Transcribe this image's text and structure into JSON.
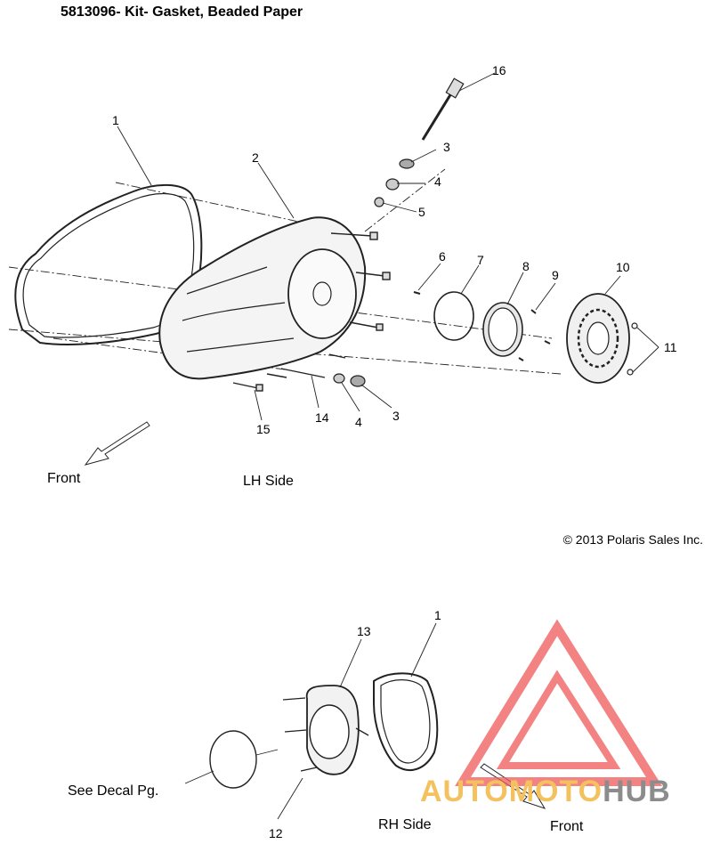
{
  "title": "5813096- Kit- Gasket, Beaded Paper",
  "labels": {
    "n1_top": "1",
    "n2": "2",
    "n3_top": "3",
    "n4_top": "4",
    "n5": "5",
    "n6": "6",
    "n7": "7",
    "n8": "8",
    "n9": "9",
    "n10": "10",
    "n11": "11",
    "n14": "14",
    "n4_bottom": "4",
    "n3_bottom": "3",
    "n15": "15",
    "n16": "16",
    "n13": "13",
    "n1_bottom": "1",
    "n12": "12"
  },
  "captions": {
    "front_top": "Front",
    "lh_side": "LH Side",
    "copyright": "© 2013 Polaris Sales Inc.",
    "see_decal": "See Decal Pg.",
    "rh_side": "RH Side",
    "front_bottom": "Front"
  },
  "watermark": {
    "brand_part1": "AUTOMOTO",
    "brand_part2": "HUB",
    "colors": {
      "triangle": "#ef5a5a",
      "brand_yellow": "#f3c15e",
      "brand_gray": "#8c8c8c"
    }
  }
}
